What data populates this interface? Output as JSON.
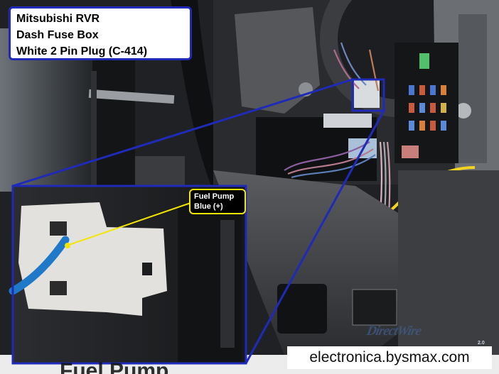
{
  "title_box": {
    "line1": "Mitsubishi RVR",
    "line2": "Dash Fuse Box",
    "line3": "White 2 Pin Plug (C-414)"
  },
  "callout": {
    "line1": "Fuel Pump",
    "line2": "Blue (+)"
  },
  "watermark": "electronica.bysmax.com",
  "brand": {
    "name": "DirectWire",
    "version": "2.0"
  },
  "bottom_text": "Fuel Pump",
  "colors": {
    "frame_blue": "#1f2bb8",
    "callout_yellow": "#f3e600",
    "wire_blue": "#1f78c8",
    "wire_yellow": "#f2d51f"
  }
}
